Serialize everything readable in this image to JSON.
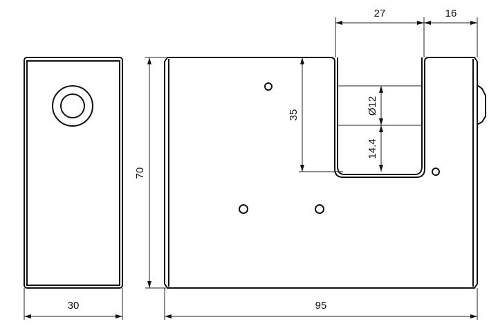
{
  "dimensions": {
    "side_width": "30",
    "height": "70",
    "body_width": "95",
    "shackle_depth": "35",
    "shackle_opening": "27",
    "right_offset": "16",
    "shackle_diameter": "Ø12",
    "shackle_clearance": "14.4"
  }
}
